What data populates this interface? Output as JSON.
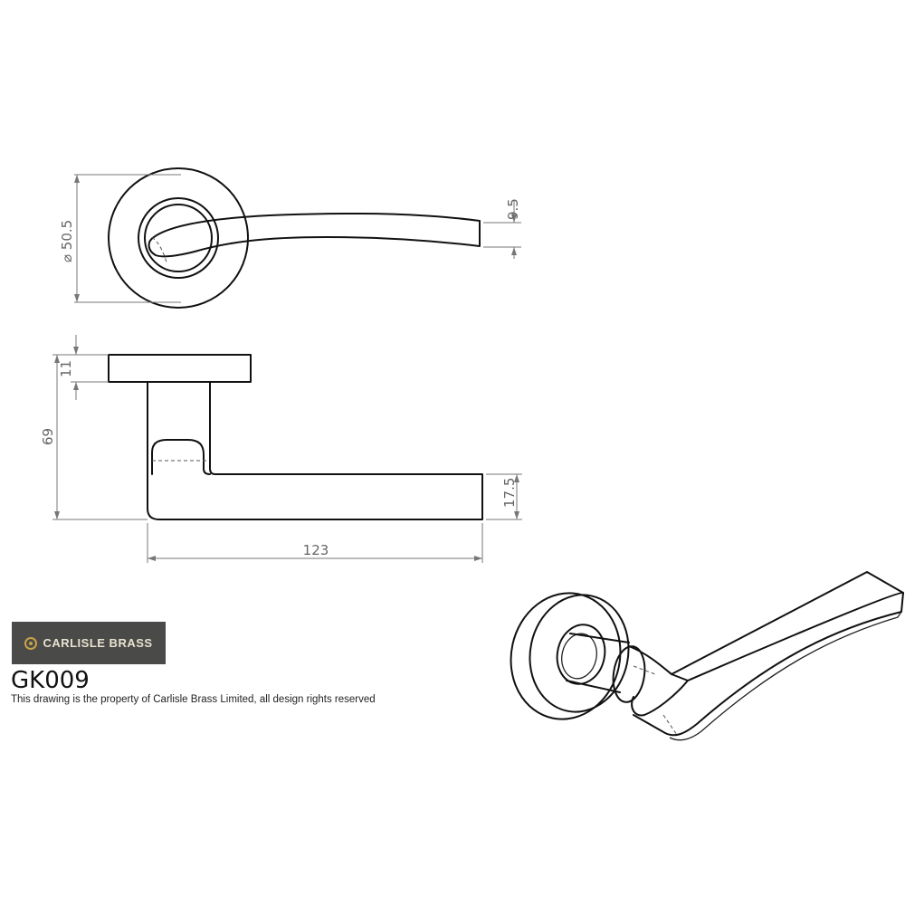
{
  "brand": {
    "name": "CARLISLE BRASS",
    "accent_color": "#c9a24a",
    "box_color": "#4a4a48"
  },
  "product": {
    "code": "GK009",
    "notice": "This drawing is the property of Carlisle Brass Limited, all design rights reserved"
  },
  "dimensions": {
    "rose_diameter": "⌀ 50.5",
    "lever_tip": "9.5",
    "rose_thickness": "11",
    "total_height": "69",
    "lever_grip": "17.5",
    "lever_length": "123"
  }
}
